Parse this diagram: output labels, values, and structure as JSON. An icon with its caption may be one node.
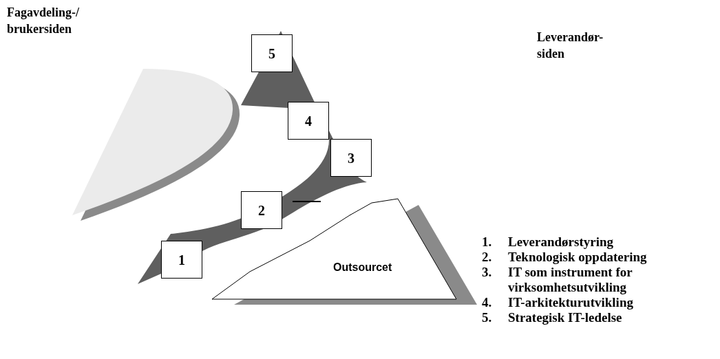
{
  "diagram": {
    "nodes": [
      {
        "text": [
          "5"
        ]
      },
      {
        "text": [
          "4"
        ]
      },
      {
        "text": [
          "3"
        ]
      },
      {
        "text": [
          "2"
        ]
      },
      {
        "text": [
          "1"
        ]
      },
      {
        "text": [
          "Outsourcet"
        ]
      }
    ],
    "labels": [
      "Fagavdeling-/ brukersiden",
      "Leverandør- siden",
      "1.",
      "Leverandørstyring",
      "2.",
      "Teknologisk oppdatering",
      "3.",
      "IT som instrument for virksomhetsutvikling",
      "4.",
      "IT-arkitekturutvikling",
      "5.",
      "Strategisk IT-ledelse"
    ]
  }
}
